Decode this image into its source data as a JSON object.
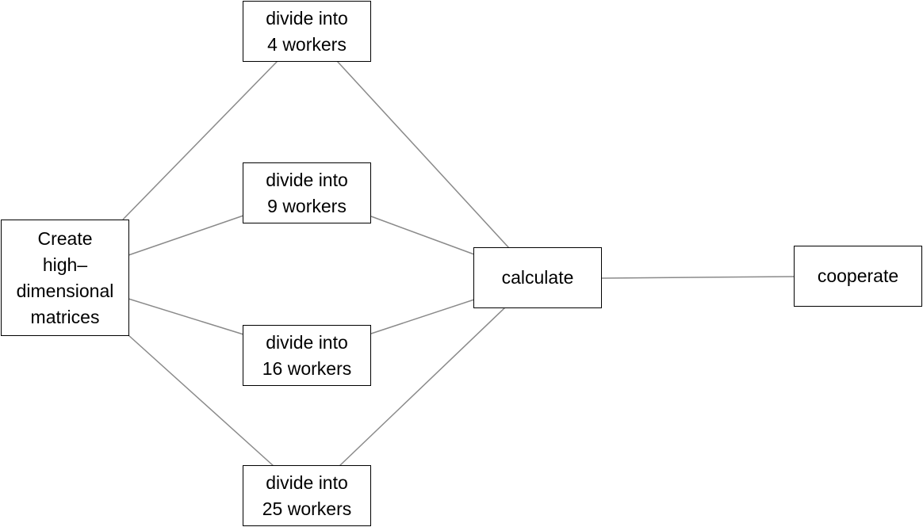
{
  "diagram": {
    "nodes": {
      "create": {
        "lines": [
          "Create",
          "high–",
          "dimensional",
          "matrices"
        ]
      },
      "divide4": {
        "lines": [
          "divide into",
          "4 workers"
        ]
      },
      "divide9": {
        "lines": [
          "divide into",
          "9 workers"
        ]
      },
      "divide16": {
        "lines": [
          "divide into",
          "16 workers"
        ]
      },
      "divide25": {
        "lines": [
          "divide into",
          "25 workers"
        ]
      },
      "calculate": {
        "lines": [
          "calculate"
        ]
      },
      "cooperate": {
        "lines": [
          "cooperate"
        ]
      }
    },
    "edges": [
      {
        "from": "create",
        "to": "divide4"
      },
      {
        "from": "create",
        "to": "divide9"
      },
      {
        "from": "create",
        "to": "divide16"
      },
      {
        "from": "create",
        "to": "divide25"
      },
      {
        "from": "divide4",
        "to": "calculate"
      },
      {
        "from": "divide9",
        "to": "calculate"
      },
      {
        "from": "divide16",
        "to": "calculate"
      },
      {
        "from": "divide25",
        "to": "calculate"
      },
      {
        "from": "calculate",
        "to": "cooperate"
      }
    ]
  }
}
